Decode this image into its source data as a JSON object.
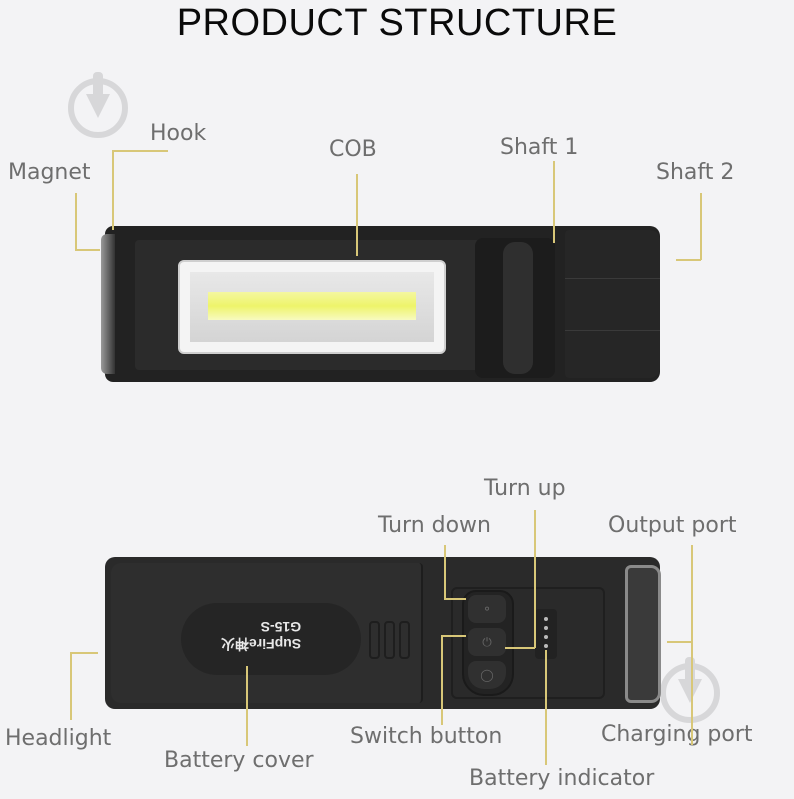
{
  "title": "PRODUCT STRUCTURE",
  "top_view": {
    "labels": {
      "hook": "Hook",
      "magnet": "Magnet",
      "cob": "COB",
      "shaft1": "Shaft 1",
      "shaft2": "Shaft 2"
    }
  },
  "bottom_view": {
    "labels": {
      "turn_up": "Turn up",
      "turn_down": "Turn down",
      "output_port": "Output port",
      "headlight": "Headlight",
      "battery_cover": "Battery cover",
      "switch_button": "Switch button",
      "charging_port": "Charging port",
      "battery_indicator": "Battery indicator"
    },
    "device_logo": {
      "brand": "SupFire神火",
      "model": "G15-S"
    },
    "battery_indicator_dots": 4
  },
  "colors": {
    "background": "#f3f3f5",
    "title": "#0a0a0a",
    "label_text": "#6e6e6e",
    "leader_line": "#d8c778",
    "device_body": "#222222",
    "cob_led": "#eef46a"
  }
}
